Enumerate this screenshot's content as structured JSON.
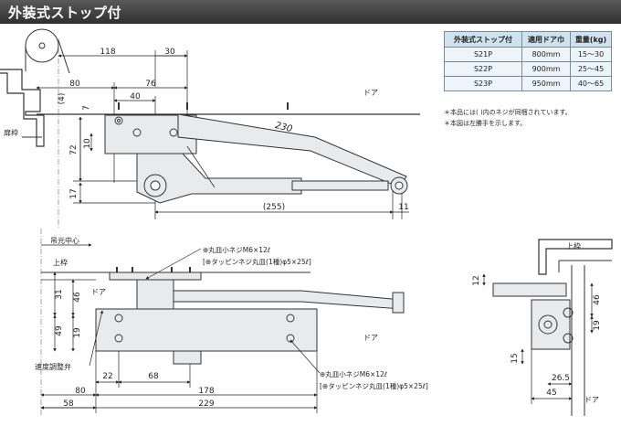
{
  "header": {
    "title": "外装式ストップ付"
  },
  "spec_table": {
    "headers": [
      "外装式ストップ付",
      "適用ドア巾",
      "重量(kg)"
    ],
    "rows": [
      [
        "S21P",
        "800mm",
        "15～30"
      ],
      [
        "S22P",
        "900mm",
        "25～45"
      ],
      [
        "S23P",
        "950mm",
        "40～65"
      ]
    ]
  },
  "notes": [
    "＊本品には(  )内のネジが同梱されています。",
    "＊本図は左勝手を示します。"
  ],
  "top_view": {
    "frame_label": "扉枠",
    "door_label": "ドア",
    "dims": {
      "d118": "118",
      "d30": "30",
      "d80": "80",
      "d76": "76",
      "d40": "40",
      "d4": "(4)",
      "d7": "7",
      "d10": "10",
      "d72": "72",
      "d17": "17",
      "d230": "230",
      "d255": "(255)",
      "d11": "11"
    }
  },
  "front_view": {
    "hinge_center": "吊元中心",
    "frame_top": "上枠",
    "door_label": "ドア",
    "speed_adjust": "速度調整弁",
    "screw_top_1": "⊕丸皿小ネジM6×12ℓ",
    "screw_top_2": "[⊕タッピンネジ丸皿(1種)φ5×25ℓ]",
    "screw_bot_1": "⊕丸皿小ネジM6×12ℓ",
    "screw_bot_2": "[⊕タッピンネジ丸皿(1種)φ5×25ℓ]",
    "dims": {
      "d31": "31",
      "d46": "46",
      "d49": "49",
      "d22": "22",
      "d68": "68",
      "d80": "80",
      "d178": "178",
      "d58": "58",
      "d229": "229"
    }
  },
  "side_view": {
    "frame_top": "上枠",
    "door_label": "ドア",
    "dims": {
      "d12": "12",
      "d46": "46",
      "d19": "19",
      "d15": "15",
      "d26_5": "26.5",
      "d45": "45"
    }
  },
  "colors": {
    "header_bg": "#3d3d3d",
    "table_header": "#cfe3ee",
    "table_cell": "#eef5fa",
    "part_fill": "#e8eaec"
  }
}
